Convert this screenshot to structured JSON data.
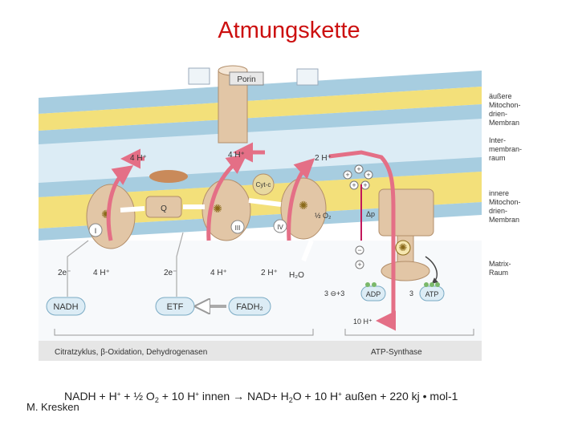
{
  "title": "Atmungskette",
  "colors": {
    "title": "#cc1010",
    "membrane_yellow": "#f3e07a",
    "head_blue": "#a7cde0",
    "space_blue": "#dcecf5",
    "complex": "#e2c6a6",
    "arrow_pink": "#e46f86",
    "green": "#7ab86a"
  },
  "labels": {
    "porin": "Porin",
    "outer_membrane": [
      "äußere",
      "Mitochon-",
      "drien-",
      "Membran"
    ],
    "intermembrane": [
      "Inter-",
      "membran-",
      "raum"
    ],
    "inner_membrane": [
      "innere",
      "Mitochon-",
      "drien-",
      "Membran"
    ],
    "matrix": [
      "Matrix-",
      "Raum"
    ],
    "cytc": "Cyt-c",
    "q": "Q",
    "complex_1": "I",
    "complex_3": "III",
    "complex_4": "IV",
    "delta_p": "Δp",
    "half_o2": "½ O₂",
    "h_top_1": "4 H⁺",
    "h_top_2": "4 H⁺",
    "h_top_3": "2 H⁺",
    "e_1": "2e⁻",
    "h_bot_1": "4 H⁺",
    "e_2": "2e⁻",
    "h_bot_2": "4 H⁺",
    "h_bot_3": "2 H⁺",
    "h2o": "H₂O",
    "nadh": "NADH",
    "etf": "ETF",
    "fadh2": "FADH₂",
    "adp_left": "3 ⊖+3",
    "adp": "ADP",
    "atp_left": "3",
    "atp": "ATP",
    "h10": "10 H⁺",
    "citrate": "Citratzyklus, β-Oxidation, Dehydrogenasen",
    "synthase": "ATP-Synthase"
  },
  "equation": {
    "part1": "NADH + H",
    "sup1": "+",
    "part2": " + ½ O",
    "sub1": "2",
    "part3": " + 10 H",
    "sup2": "+",
    "part4": " innen → NAD+ H",
    "sub2": "2",
    "part5": "O + 10 H",
    "sup3": "+",
    "part6": " außen + 220 kj • mol-1"
  },
  "author": "M. Kresken"
}
